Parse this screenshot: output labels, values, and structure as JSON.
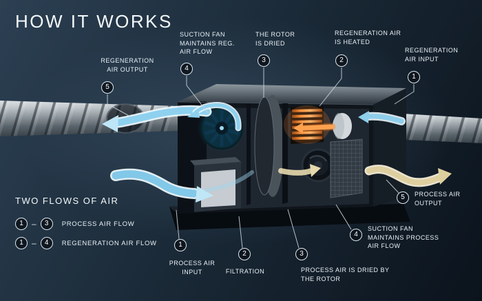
{
  "title": "HOW IT WORKS",
  "legend": {
    "heading": "TWO FLOWS OF AIR",
    "rows": [
      {
        "start": "1",
        "dash": "–",
        "end": "3",
        "label": "PROCESS AIR FLOW"
      },
      {
        "start": "1",
        "dash": "–",
        "end": "4",
        "label": "REGENERATION AIR FLOW"
      }
    ]
  },
  "callouts": {
    "reg_air_output": {
      "num": "5",
      "label": "REGENERATION AIR OUTPUT"
    },
    "suction_fan_reg": {
      "num": "4",
      "label": "SUCTION FAN MAINTAINS REG. AIR FLOW"
    },
    "rotor_dried": {
      "num": "3",
      "label": "THE ROTOR IS DRIED"
    },
    "reg_air_heated": {
      "num": "2",
      "label": "REGENERATION AIR IS HEATED"
    },
    "reg_air_input": {
      "num": "1",
      "label": "REGENERATION AIR INPUT"
    },
    "process_air_output": {
      "num": "5",
      "label": "PROCESS AIR OUTPUT"
    },
    "suction_fan_process": {
      "num": "4",
      "label": "SUCTION FAN MAINTAINS PROCESS AIR FLOW"
    },
    "process_air_dried": {
      "num": "3",
      "label": "PROCESS AIR IS DRIED BY THE ROTOR"
    },
    "filtration": {
      "num": "2",
      "label": "FILTRATION"
    },
    "process_air_input": {
      "num": "1",
      "label": "PROCESS AIR INPUT"
    }
  },
  "colors": {
    "background_top": "#2c4053",
    "background_bottom": "#0b131c",
    "process_air_arrow": "#82c8e8",
    "regeneration_heated_arrow": "#ffa24f",
    "dry_air_arrow": "#decf9f",
    "text": "#e9f1f7"
  }
}
